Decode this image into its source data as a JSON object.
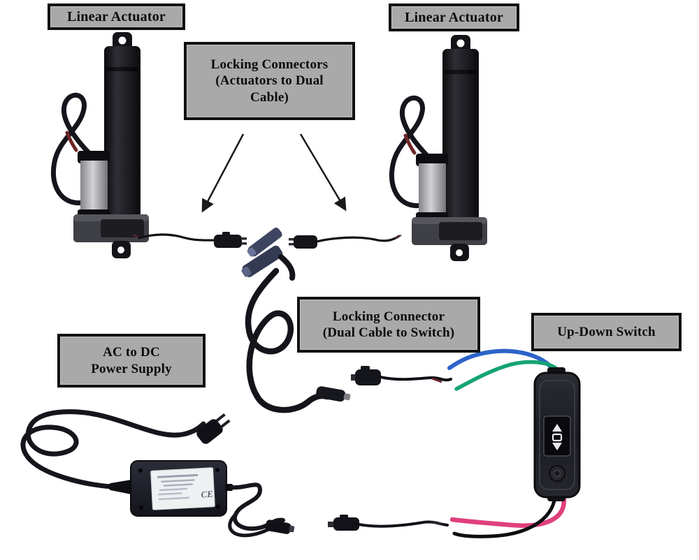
{
  "labels": {
    "actuator_left": "Linear Actuator",
    "actuator_right": "Linear Actuator",
    "locking_connectors_actuators": "Locking Connectors\n(Actuators to Dual\nCable)",
    "locking_connector_switch": "Locking Connector\n(Dual Cable to Switch)",
    "power_supply": "AC to DC\nPower Supply",
    "up_down_switch": "Up-Down Switch"
  },
  "power_supply_label": {
    "ce_mark": "CE"
  },
  "colors": {
    "background": "#ffffff",
    "label_bg": "#a9a9a9",
    "label_border": "#111111",
    "label_text": "#0b0b0b",
    "wire_dark": "#15151c",
    "connector_blue_gray": "#3d4560",
    "motor_silver": "#c2c2c6",
    "switch_wire_blue": "#2c63c8",
    "switch_wire_green": "#15a375",
    "switch_wire_pink": "#e0407e",
    "switch_wire_black": "#0e0e12"
  }
}
